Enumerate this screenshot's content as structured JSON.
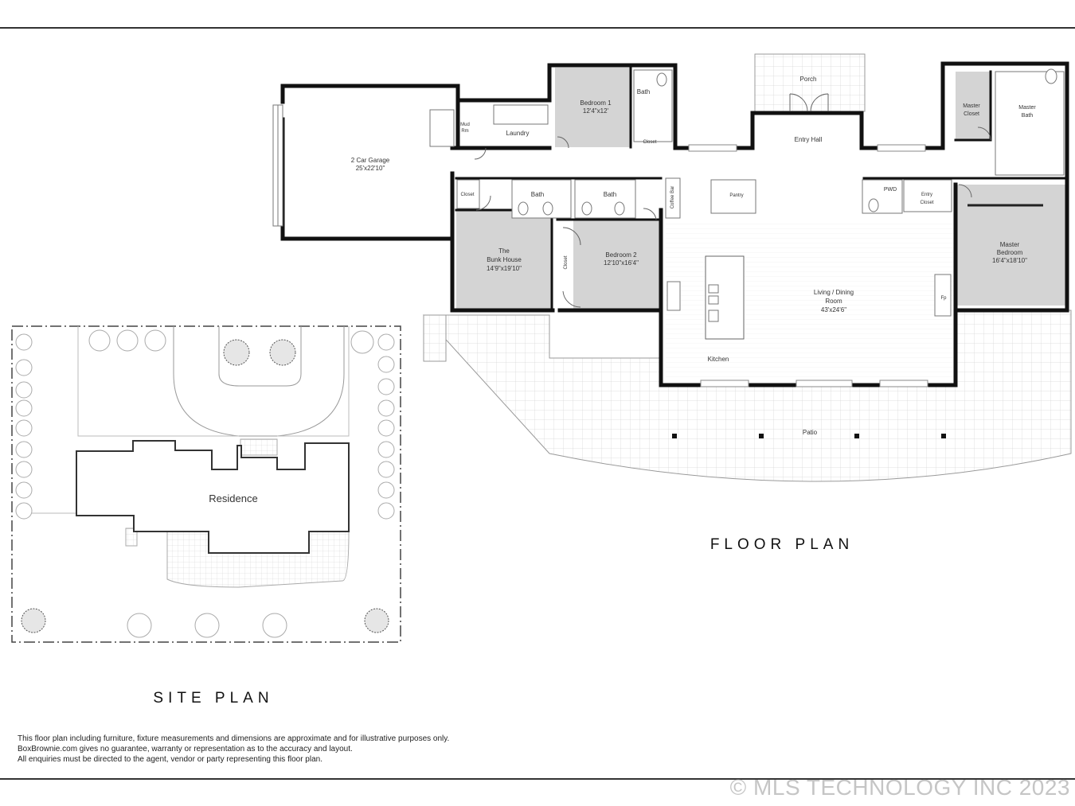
{
  "floor_plan": {
    "title": "FLOOR PLAN",
    "rooms": {
      "garage": [
        "2 Car Garage",
        "25'x22'10\""
      ],
      "mudroom": [
        "Mud",
        "Rm"
      ],
      "laundry": "Laundry",
      "bedroom1": [
        "Bedroom 1",
        "12'4\"x12'"
      ],
      "bath_bed1": "Bath",
      "closet_bed1": "Closet",
      "porch": "Porch",
      "entry_hall": "Entry Hall",
      "master_closet": [
        "Master",
        "Closet"
      ],
      "master_bath": [
        "Master",
        "Bath"
      ],
      "closet_bunk": "Closet",
      "bath_a": "Bath",
      "bath_b": "Bath",
      "bunk_house": [
        "The",
        "Bunk House",
        "14'9\"x19'10\""
      ],
      "bedroom2": [
        "Bedroom 2",
        "12'10\"x16'4\""
      ],
      "closet_bed2": "Closet",
      "coffee_bar": "Coffee Bar",
      "pantry": "Pantry",
      "pwd": "PWD",
      "entry_closet": [
        "Entry",
        "Closet"
      ],
      "living": [
        "Living / Dining",
        "Room",
        "43'x24'6\""
      ],
      "kitchen": "Kitchen",
      "master_bedroom": [
        "Master",
        "Bedroom",
        "16'4\"x18'10\""
      ],
      "fireplace": "Fp",
      "patio": "Patio"
    }
  },
  "site_plan": {
    "title": "SITE PLAN",
    "residence": "Residence"
  },
  "disclaimer": [
    "This floor plan including furniture, fixture measurements and dimensions are approximate and for illustrative purposes only.",
    "BoxBrownie.com gives no guarantee, warranty or representation as to the accuracy and layout.",
    "All enquiries must be directed to the agent, vendor or party representing this floor plan."
  ],
  "watermark": "© MLS TECHNOLOGY INC 2023"
}
